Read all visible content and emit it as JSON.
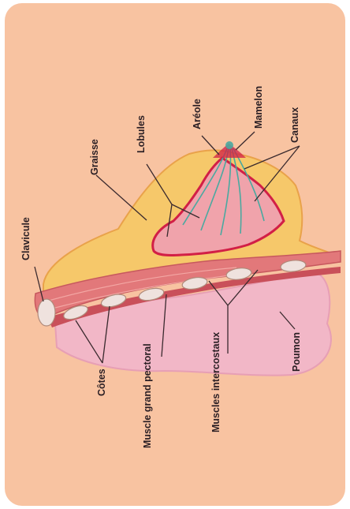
{
  "colors": {
    "background": "#f8c3a1",
    "fat": "#f6c86a",
    "fat_outline": "#e9a24a",
    "gland": "#f0a3ab",
    "gland_outline": "#d21f46",
    "ducts": "#4aa9a0",
    "muscle": "#e2787a",
    "lung": "#f2b7c7",
    "bone": "#efe2de",
    "label_text": "#2b1f24",
    "leader_line": "#3a2a2e"
  },
  "labels": {
    "clavicule": "Clavicule",
    "graisse": "Graisse",
    "lobules": "Lobules",
    "areole": "Aréole",
    "mamelon": "Mamelon",
    "canaux": "Canaux",
    "cotes": "Côtes",
    "muscle_pectoral": [
      "Muscle",
      "grand pectoral"
    ],
    "muscles_intercostaux": [
      "Muscles",
      "intercostaux"
    ],
    "poumon": "Poumon"
  }
}
